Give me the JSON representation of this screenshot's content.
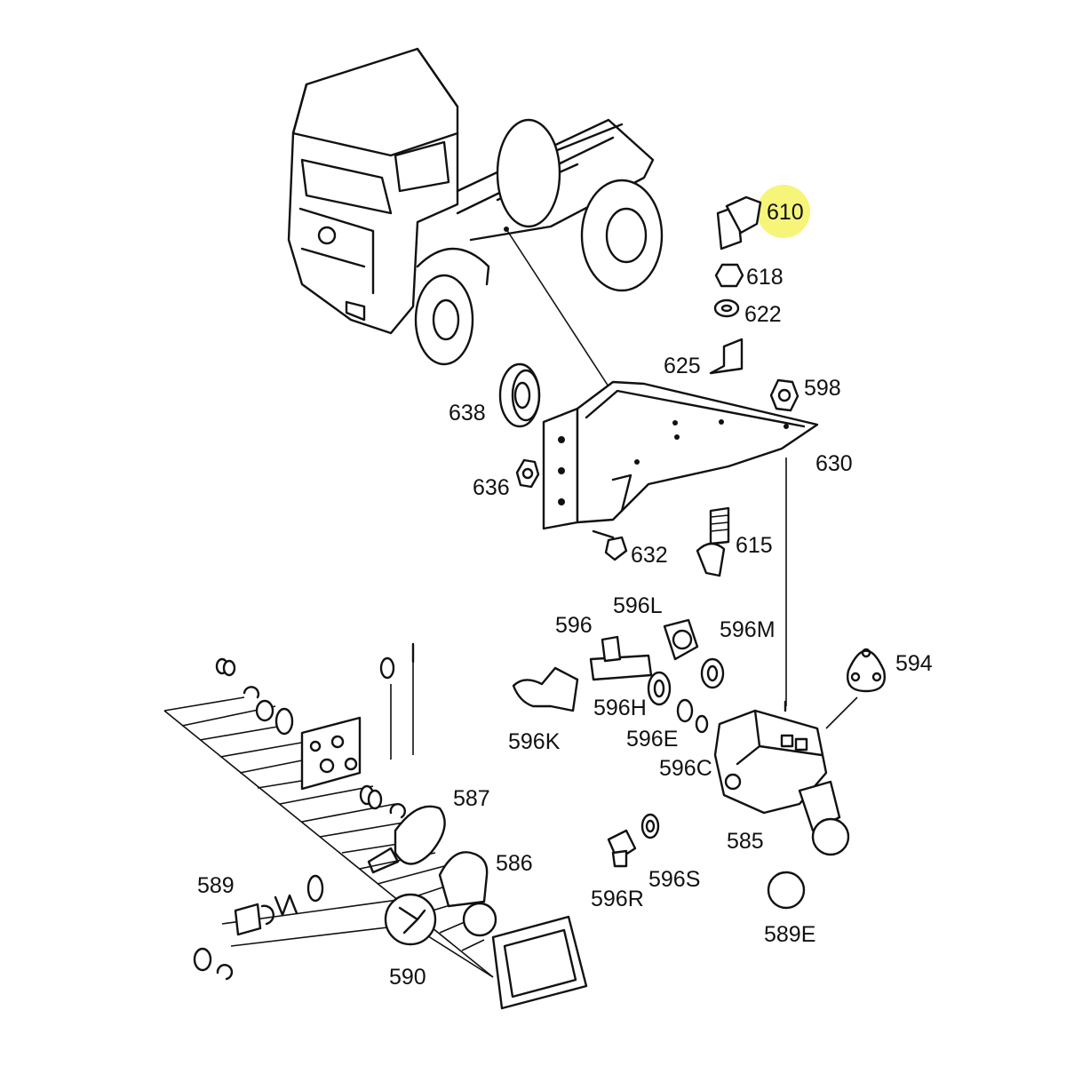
{
  "highlight_color": "#f6f57a",
  "highlighted_part": "610",
  "parts": {
    "p610": "610",
    "p618": "618",
    "p622": "622",
    "p625": "625",
    "p598": "598",
    "p630": "630",
    "p638": "638",
    "p636": "636",
    "p632": "632",
    "p615": "615",
    "p596": "596",
    "p596L": "596L",
    "p596M": "596M",
    "p594": "594",
    "p596K": "596K",
    "p596H": "596H",
    "p596E": "596E",
    "p596C": "596C",
    "p587": "587",
    "p586": "586",
    "p585": "585",
    "p596R": "596R",
    "p596S": "596S",
    "p589": "589",
    "p589E": "589E",
    "p590": "590"
  }
}
